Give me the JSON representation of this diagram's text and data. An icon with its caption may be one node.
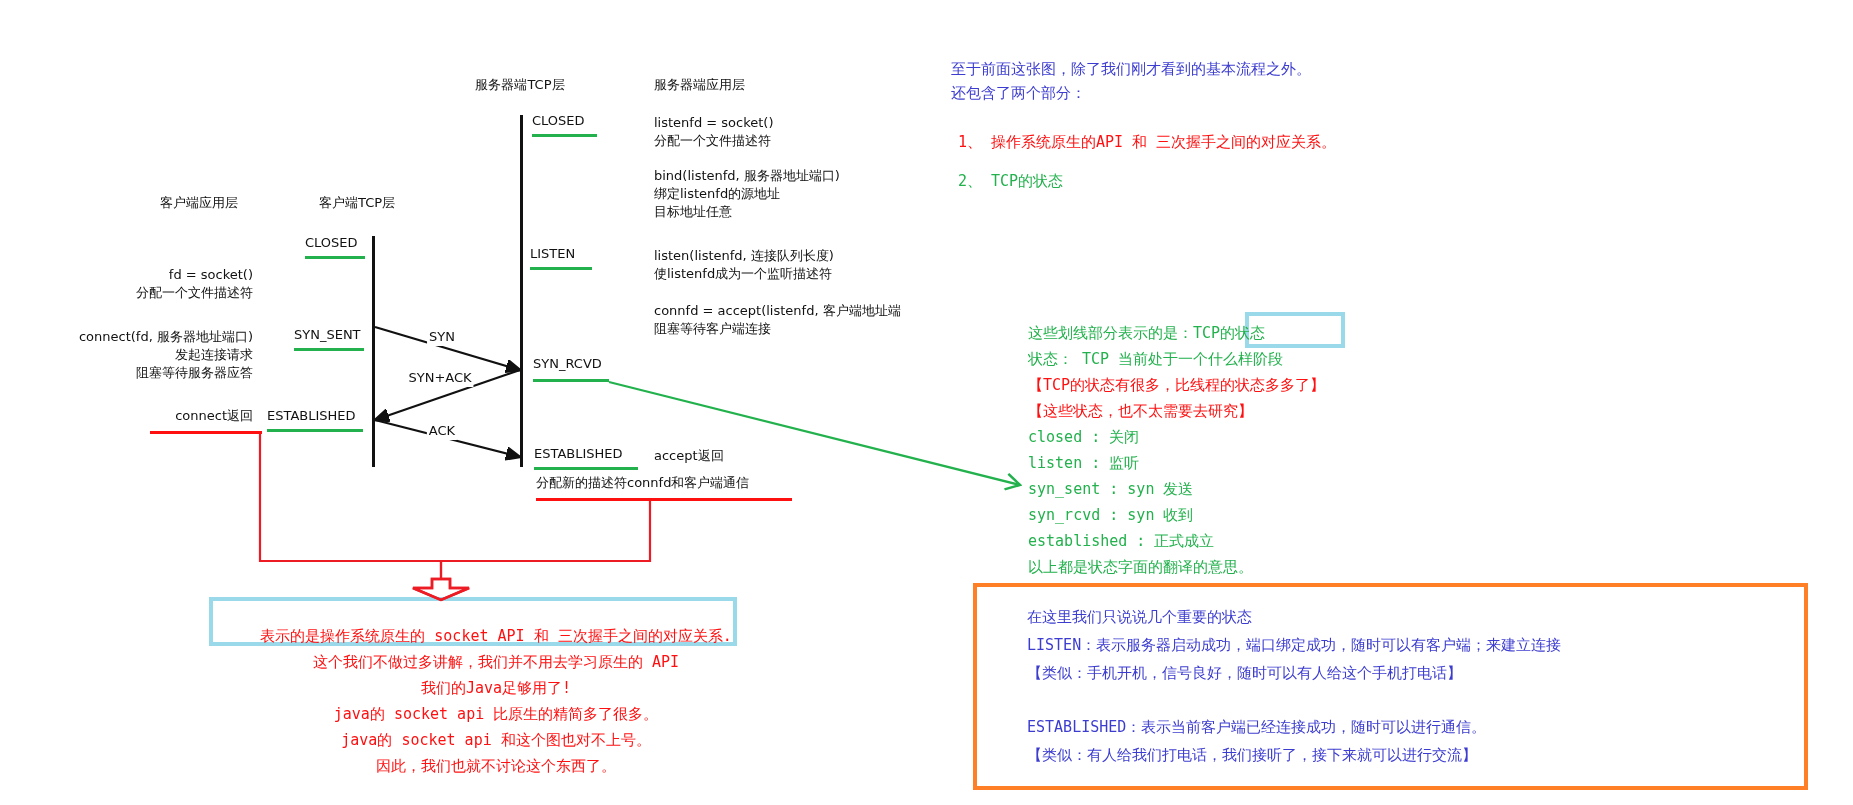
{
  "diagram": {
    "nodes": [
      {
        "text": [],
        "shape": "bar"
      },
      {
        "text": [],
        "shape": "bar"
      },
      {
        "text": [
          "SYN_RCVD"
        ]
      },
      {
        "text": [
          "connect返回"
        ]
      },
      {
        "text": [
          "分配新的描述符connfd和客户端通信"
        ]
      },
      {
        "text": [
          "这些划线部分表示的是：TCP的状态",
          "状态： TCP 当前处于一个什么样阶段",
          "【TCP的状态有很多，比线程的状态多多了】",
          "【这些状态，也不太需要去研究】",
          "closed : 关闭",
          "listen : 监听",
          "syn_sent : syn 发送",
          "syn_rcvd : syn 收到",
          "established : 正式成立",
          "以上都是状态字面的翻译的意思。"
        ]
      },
      {
        "text": [
          "表示的是操作系统原生的 socket API 和 三次握手之间的对应关系.",
          "这个我们不做过多讲解，我们并不用去学习原生的 API",
          "我们的Java足够用了!",
          "java的 socket api 比原生的精简多了很多。",
          "java的 socket api 和这个图也对不上号。",
          "因此，我们也就不讨论这个东西了。"
        ]
      },
      {
        "text": [
          "在这里我们只说说几个重要的状态",
          "LISTEN：表示服务器启动成功，端口绑定成功，随时可以有客户端；来建立连接",
          "【类似：手机开机，信号良好，随时可以有人给这个手机打电话】",
          "ESTABLISHED：表示当前客户端已经连接成功，随时可以进行通信。",
          "【类似：有人给我们打电话，我们接听了，接下来就可以进行交流】"
        ]
      }
    ],
    "edges": [
      {
        "from": 0,
        "to": 1,
        "arrow": "to",
        "label": "SYN"
      },
      {
        "from": 1,
        "to": 0,
        "arrow": "to",
        "label": "SYN+ACK"
      },
      {
        "from": 0,
        "to": 1,
        "arrow": "to",
        "label": "ACK"
      },
      {
        "from": 2,
        "to": 5,
        "arrow": "to",
        "color": "#22b14c"
      },
      {
        "from": 3,
        "to": 6,
        "arrow": "to",
        "color": "#ed1c24"
      },
      {
        "from": 4,
        "to": 6,
        "arrow": "to",
        "color": "#ed1c24"
      }
    ],
    "labels": [
      "至于前面这张图，除了我们刚才看到的基本流程之外。",
      "还包含了两个部分：",
      "服务器端TCP层",
      "服务器端应用层",
      "CLOSED",
      "listenfd = socket() 分配一个文件描述符",
      "1、 操作系统原生的API 和 三次握手之间的对应关系。",
      "2、 TCP的状态",
      "bind(listenfd, 服务器地址端口)绑定listenfd的源地址目标地址任意",
      "客户端应用层",
      "客户端TCP层",
      "CLOSED",
      "LISTEN",
      "listen(listenfd, 连接队列长度) 使listenfd成为一个监听描述符",
      "fd = socket() 分配一个文件描述符",
      "connfd = accept(listenfd, 客户端地址端阻塞等待客户端连接",
      "connect(fd, 服务器地址端口) 发起连接请求阻塞等待服务器应答",
      "SYN_SENT",
      "ESTABLISHED",
      "ESTABLISHED",
      "accept返回"
    ]
  }
}
